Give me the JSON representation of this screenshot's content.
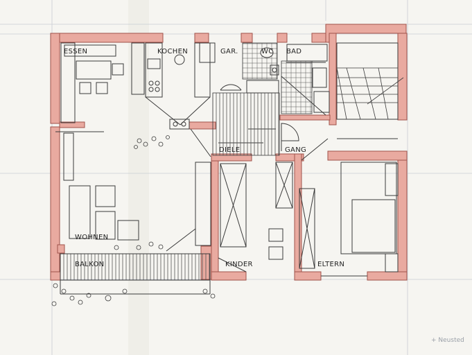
{
  "colors": {
    "wall_fill": "#e9aaa0",
    "wall_stroke": "#a0524a",
    "line": "#3a3a3a",
    "paper": "#f6f5f1",
    "grid": "#c9ccd4"
  },
  "rooms": {
    "essen": "ESSEN",
    "kochen": "KOCHEN",
    "garderobe": "GAR.",
    "wc": "WC",
    "bad": "BAD",
    "diele": "DIELE",
    "gang": "GANG",
    "wohnen": "WOHNEN",
    "balkon": "BALKON",
    "kinder": "KINDER",
    "eltern": "ELTERN"
  },
  "sheet_note": "+ Neusted"
}
